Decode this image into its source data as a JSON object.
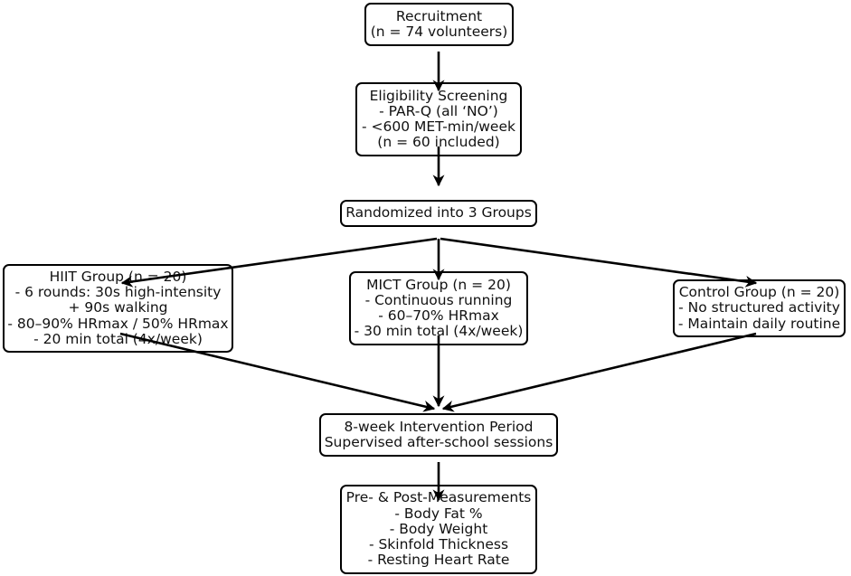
{
  "nodes": {
    "recruitment": [
      "Recruitment",
      "(n = 74 volunteers)"
    ],
    "eligibility": [
      "Eligibility Screening",
      "- PAR-Q (all ‘NO’)",
      "- <600 MET-min/week",
      "(n = 60 included)"
    ],
    "randomized": [
      "Randomized into 3 Groups"
    ],
    "hiit": [
      "HIIT Group (n = 20)",
      "- 6 rounds: 30s high-intensity",
      "+ 90s walking",
      "- 80–90% HRmax / 50% HRmax",
      "- 20 min total (4x/week)"
    ],
    "mict": [
      "MICT Group (n = 20)",
      "- Continuous running",
      "- 60–70% HRmax",
      "- 30 min total (4x/week)"
    ],
    "control": [
      "Control Group (n = 20)",
      "- No structured activity",
      "- Maintain daily routine"
    ],
    "intervention": [
      "8-week Intervention Period",
      "Supervised after-school sessions"
    ],
    "measurements": [
      "Pre- & Post-Measurements",
      "- Body Fat %",
      "- Body Weight",
      "- Skinfold Thickness",
      "- Resting Heart Rate"
    ]
  },
  "edges": [
    [
      "recruitment",
      "eligibility"
    ],
    [
      "eligibility",
      "randomized"
    ],
    [
      "randomized",
      "hiit"
    ],
    [
      "randomized",
      "mict"
    ],
    [
      "randomized",
      "control"
    ],
    [
      "hiit",
      "intervention"
    ],
    [
      "mict",
      "intervention"
    ],
    [
      "control",
      "intervention"
    ],
    [
      "intervention",
      "measurements"
    ]
  ]
}
